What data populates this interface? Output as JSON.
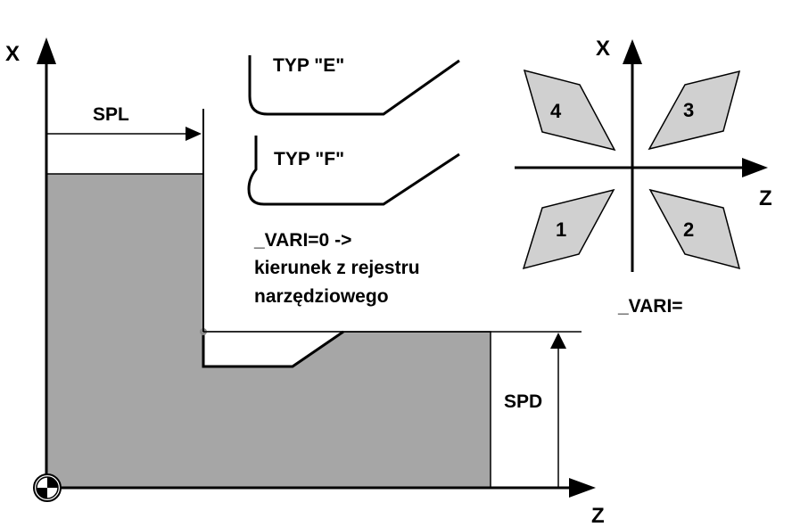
{
  "main_axes": {
    "x_label": "X",
    "z_label": "Z"
  },
  "dimensions": {
    "spl_label": "SPL",
    "spd_label": "SPD"
  },
  "undercut_types": {
    "type_e_label": "TYP \"E\"",
    "type_f_label": "TYP \"F\""
  },
  "note": {
    "line1": "_VARI=0 ->",
    "line2": "kierunek z rejestru",
    "line3": "narzędziowego"
  },
  "orientation": {
    "x_label": "X",
    "z_label": "Z",
    "quadrant_1": "1",
    "quadrant_2": "2",
    "quadrant_3": "3",
    "quadrant_4": "4",
    "vari_label": "_VARI="
  },
  "colors": {
    "workpiece_fill": "#a6a6a6",
    "insert_fill": "#d0d0d0",
    "line": "#000000"
  }
}
